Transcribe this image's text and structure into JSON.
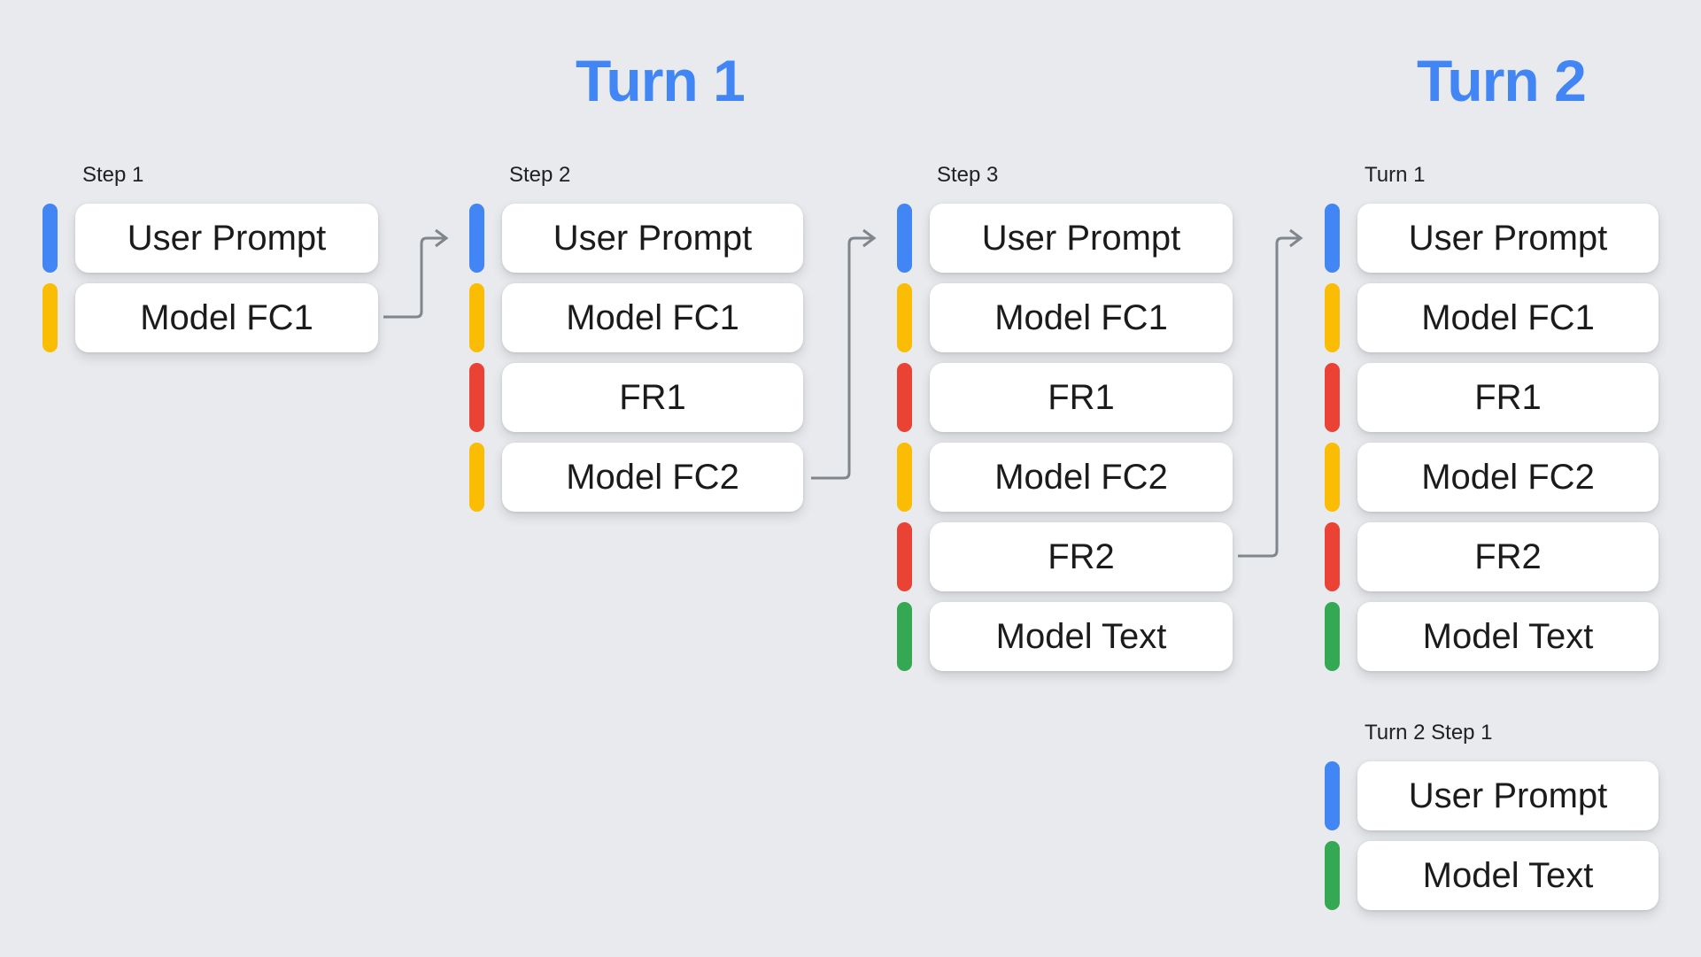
{
  "headers": {
    "turn1": "Turn 1",
    "turn2": "Turn 2"
  },
  "palette": {
    "background": "#E8EAED",
    "header": "#4285F4",
    "arrow": "#80868B",
    "label_text": "#202124",
    "box_text": "#1B1B1B",
    "box_background": "#FFFFFF",
    "user_prompt": "#4285F4",
    "model_fc": "#FBBC04",
    "function_response": "#EA4335",
    "model_text": "#34A853"
  },
  "columns": [
    {
      "label": "Step 1",
      "items": [
        {
          "label": "User Prompt",
          "type": "user_prompt"
        },
        {
          "label": "Model FC1",
          "type": "model_fc"
        }
      ]
    },
    {
      "label": "Step 2",
      "items": [
        {
          "label": "User Prompt",
          "type": "user_prompt"
        },
        {
          "label": "Model FC1",
          "type": "model_fc"
        },
        {
          "label": "FR1",
          "type": "function_response"
        },
        {
          "label": "Model FC2",
          "type": "model_fc"
        }
      ]
    },
    {
      "label": "Step 3",
      "items": [
        {
          "label": "User Prompt",
          "type": "user_prompt"
        },
        {
          "label": "Model FC1",
          "type": "model_fc"
        },
        {
          "label": "FR1",
          "type": "function_response"
        },
        {
          "label": "Model FC2",
          "type": "model_fc"
        },
        {
          "label": "FR2",
          "type": "function_response"
        },
        {
          "label": "Model Text",
          "type": "model_text"
        }
      ]
    },
    {
      "label": "Turn 1",
      "items": [
        {
          "label": "User Prompt",
          "type": "user_prompt"
        },
        {
          "label": "Model FC1",
          "type": "model_fc"
        },
        {
          "label": "FR1",
          "type": "function_response"
        },
        {
          "label": "Model FC2",
          "type": "model_fc"
        },
        {
          "label": "FR2",
          "type": "function_response"
        },
        {
          "label": "Model Text",
          "type": "model_text"
        }
      ]
    },
    {
      "label": "Turn 2 Step 1",
      "items": [
        {
          "label": "User Prompt",
          "type": "user_prompt"
        },
        {
          "label": "Model Text",
          "type": "model_text"
        }
      ]
    }
  ],
  "arrows": [
    {
      "name": "model-fc1-to-step2",
      "from": "Step 1 / Model FC1",
      "to": "Step 2 / User Prompt"
    },
    {
      "name": "model-fc2-to-step3",
      "from": "Step 2 / Model FC2",
      "to": "Step 3 / User Prompt"
    },
    {
      "name": "fr2-to-turn1",
      "from": "Step 3 / FR2",
      "to": "Turn 1 / User Prompt"
    }
  ]
}
